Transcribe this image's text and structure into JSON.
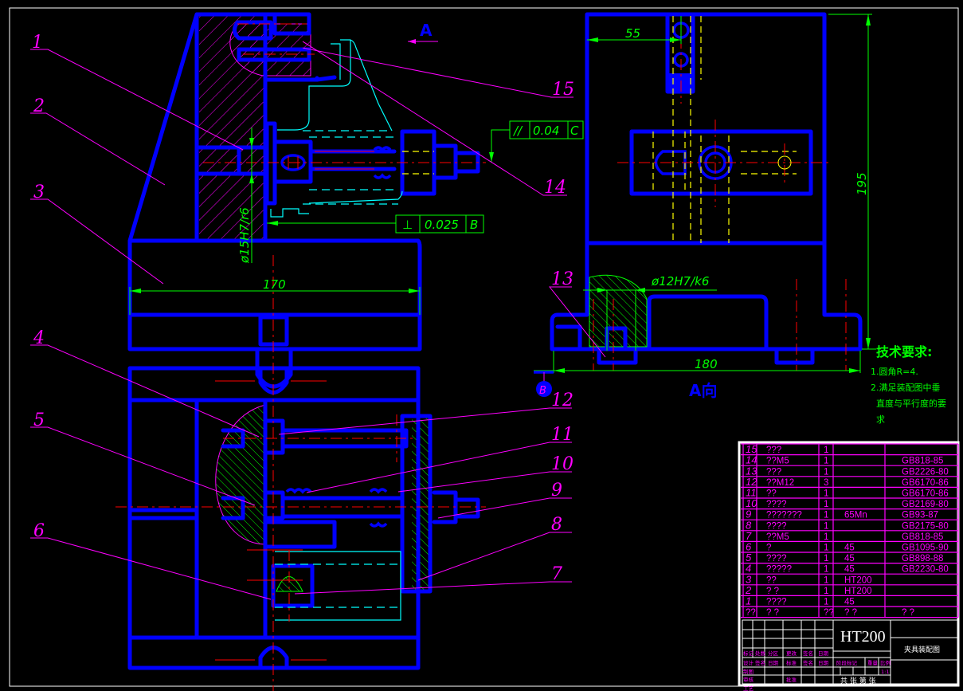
{
  "callouts": {
    "c1": "1",
    "c2": "2",
    "c3": "3",
    "c4": "4",
    "c5": "5",
    "c6": "6",
    "c7": "7",
    "c8": "8",
    "c9": "9",
    "c10": "10",
    "c11": "11",
    "c12": "12",
    "c13": "13",
    "c14": "14",
    "c15": "15"
  },
  "dimensions": {
    "d170": "170",
    "d55": "55",
    "d195": "195",
    "d180": "180",
    "fit_15": "ø15H7/r6",
    "fit_12": "ø12H7/k6"
  },
  "tolerances": {
    "parallel": {
      "symbol": "//",
      "value": "0.04",
      "datum": "C"
    },
    "perpendicular": {
      "symbol": "⊥",
      "value": "0.025",
      "datum": "B"
    }
  },
  "datum_b": "B",
  "view_arrow": "A",
  "view_label": "A向",
  "tech_requirements": {
    "title": "技术要求:",
    "lines": [
      "1.圆角R=4.",
      "2.满足装配图中垂",
      "直度与平行度的要",
      "求"
    ]
  },
  "bom": {
    "rows": [
      [
        "15",
        "???",
        "1",
        "",
        ""
      ],
      [
        "14",
        "??M5",
        "1",
        "",
        "GB818-85"
      ],
      [
        "13",
        "???",
        "1",
        "",
        "GB2226-80"
      ],
      [
        "12",
        "??M12",
        "3",
        "",
        "GB6170-86"
      ],
      [
        "11",
        "??",
        "1",
        "",
        "GB6170-86"
      ],
      [
        "10",
        "????",
        "1",
        "",
        "GB2169-80"
      ],
      [
        "9",
        "???????",
        "1",
        "65Mn",
        "GB93-87"
      ],
      [
        "8",
        "????",
        "1",
        "",
        "GB2175-80"
      ],
      [
        "7",
        "??M5",
        "1",
        "",
        "GB818-85"
      ],
      [
        "6",
        "?",
        "1",
        "45",
        "GB1095-90"
      ],
      [
        "5",
        "????",
        "1",
        "45",
        "GB898-88"
      ],
      [
        "4",
        "?????",
        "1",
        "45",
        "GB2230-80"
      ],
      [
        "3",
        "??",
        "1",
        "HT200",
        ""
      ],
      [
        "2",
        "? ?",
        "1",
        "HT200",
        ""
      ],
      [
        "1",
        "????",
        "1",
        "45",
        ""
      ]
    ],
    "header": [
      "??",
      "?     ?",
      "??",
      "?    ?",
      "?   ?"
    ]
  },
  "title_block": {
    "material": "HT200",
    "drawing_name": "夹具装配图",
    "row_labels_1": [
      "标记",
      "处数",
      "分区",
      "更改",
      "签名",
      "日期"
    ],
    "row_labels_2": [
      "设计",
      "签名",
      "日期",
      "标准",
      "签名",
      "日期"
    ],
    "drafting": "制图",
    "review": "审核",
    "process": "工艺",
    "approve": "批准",
    "stage_mark": "阶段标记",
    "weight": "重量",
    "scale": "比例",
    "scale_value": "1:1",
    "sheets": "共  张  第  张"
  },
  "colors": {
    "outline": "#0000ff",
    "center": "#ff0000",
    "leader": "#ff00ff",
    "dimension": "#00ff00",
    "workpiece": "#00ffff",
    "hidden": "#ffff00",
    "background": "#000000"
  }
}
